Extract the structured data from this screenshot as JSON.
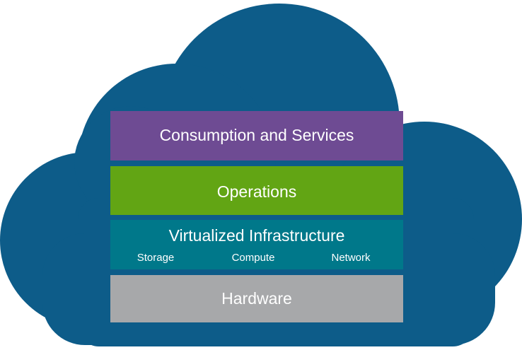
{
  "colors": {
    "cloud": "#0d5c89",
    "consumption": "#6e4b93",
    "operations": "#62a514",
    "virtualized": "#00788a",
    "hardware": "#a7a8aa",
    "text": "#ffffff"
  },
  "layers": {
    "consumption": {
      "label": "Consumption and Services"
    },
    "operations": {
      "label": "Operations"
    },
    "virtualized": {
      "label": "Virtualized Infrastructure",
      "components": [
        "Storage",
        "Compute",
        "Network"
      ]
    },
    "hardware": {
      "label": "Hardware"
    }
  }
}
